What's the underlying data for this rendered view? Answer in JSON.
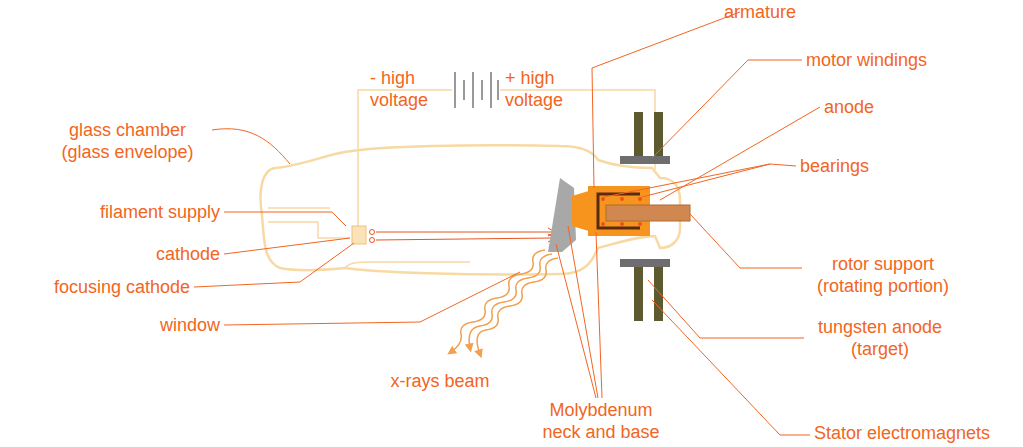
{
  "diagram": {
    "labels": [
      "- high voltage",
      "+ high voltage",
      "glass chamber (glass envelope)",
      "filament supply",
      "cathode",
      "focusing cathode",
      "window",
      "x-rays beam",
      "Molybdenum neck and base",
      "armature",
      "motor windings",
      "anode",
      "bearings",
      "rotor support (rotating portion)",
      "tungsten anode (target)",
      "Stator electromagnets"
    ]
  }
}
